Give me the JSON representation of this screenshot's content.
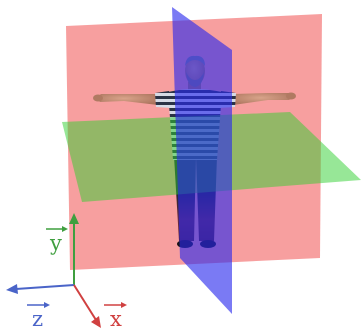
{
  "figure": {
    "planes": {
      "red": {
        "fill": "#f05050"
      },
      "green": {
        "fill": "#30d030"
      },
      "blue": {
        "fill": "#2828ee"
      }
    },
    "axes": {
      "x": {
        "label": "x",
        "color": "#d04040"
      },
      "y": {
        "label": "y",
        "color": "#3f9f3f"
      },
      "z": {
        "label": "z",
        "color": "#4a64c8"
      }
    }
  }
}
